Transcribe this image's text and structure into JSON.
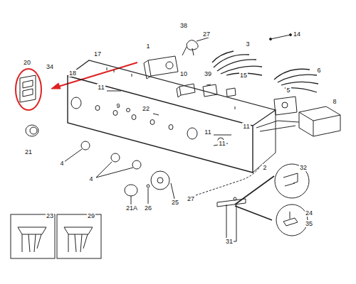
{
  "diagram": {
    "labels": [
      "38",
      "27",
      "14",
      "3",
      "1",
      "17",
      "20",
      "34",
      "18",
      "11",
      "10",
      "39",
      "15",
      "6",
      "5",
      "8",
      "9",
      "22",
      "11",
      "11",
      "11",
      "2",
      "21",
      "4",
      "4",
      "32",
      "27",
      "21A",
      "26",
      "25",
      "24",
      "35",
      "23",
      "29",
      "31"
    ]
  }
}
